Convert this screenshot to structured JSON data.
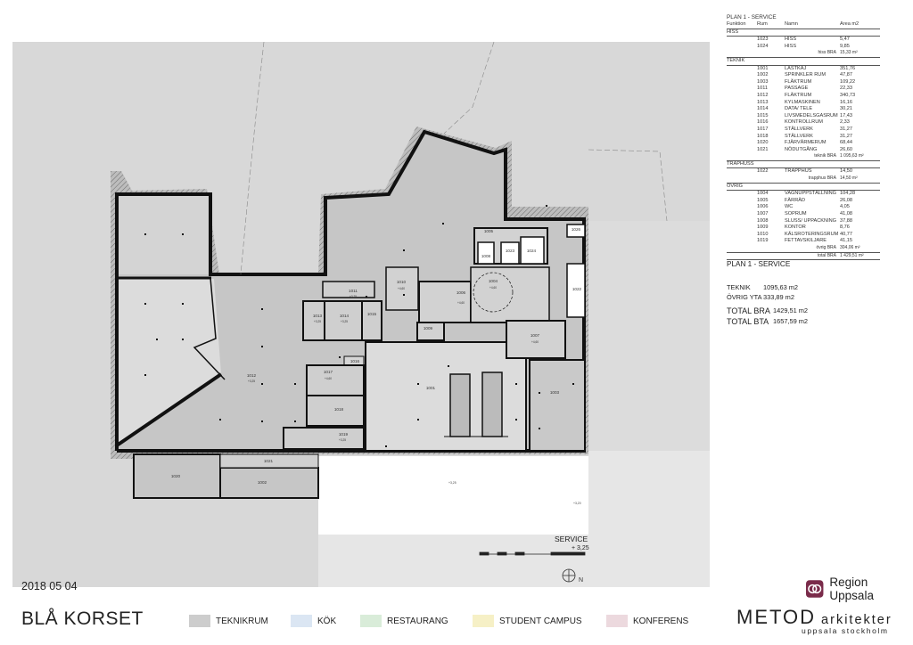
{
  "area_table": {
    "title": "PLAN 1 - SERVICE",
    "col_headers": [
      "Funktion",
      "Rum",
      "Namn",
      "Area m2"
    ],
    "sections": [
      {
        "name": "HISS",
        "rows": [
          [
            "1023",
            "HISS",
            "5,47"
          ],
          [
            "1024",
            "HISS",
            "9,85"
          ]
        ],
        "sum_label": "hiss BRA",
        "sum_value": "15,33 m²"
      },
      {
        "name": "TEKNIK",
        "rows": [
          [
            "1001",
            "LASTKAJ",
            "351,76"
          ],
          [
            "1002",
            "SPRINKLER RUM",
            "47,87"
          ],
          [
            "1003",
            "FLÄKTRUM",
            "109,22"
          ],
          [
            "1011",
            "PASSAGE",
            "22,33"
          ],
          [
            "1012",
            "FLÄKTRUM",
            "340,73"
          ],
          [
            "1013",
            "KYLMASKINEN",
            "16,16"
          ],
          [
            "1014",
            "DATA/ TELE",
            "30,21"
          ],
          [
            "1015",
            "LIVSMEDELSGASRUM",
            "17,43"
          ],
          [
            "1016",
            "KONTROLLRUM",
            "2,33"
          ],
          [
            "1017",
            "STÄLLVERK",
            "31,27"
          ],
          [
            "1018",
            "STÄLLVERK",
            "31,27"
          ],
          [
            "1020",
            "FJÄRVÄRMERUM",
            "68,44"
          ],
          [
            "1021",
            "NÖDUTGÅNG",
            "26,60"
          ]
        ],
        "sum_label": "teknik BRA",
        "sum_value": "1 095,63 m²"
      },
      {
        "name": "TRAPHUSS",
        "rows": [
          [
            "1022",
            "TRAPPHUS",
            "14,50"
          ]
        ],
        "sum_label": "trapphus BRA",
        "sum_value": "14,50 m²"
      },
      {
        "name": "ÖVRIG",
        "rows": [
          [
            "1004",
            "VAGNUPPSTÄLLNING",
            "104,28"
          ],
          [
            "1005",
            "FÄRRÄD",
            "26,08"
          ],
          [
            "1006",
            "WC",
            "4,05"
          ],
          [
            "1007",
            "SOPRUM",
            "41,08"
          ],
          [
            "1008",
            "SLUSS/ UPPACKNING",
            "37,88"
          ],
          [
            "1009",
            "KONTOR",
            "8,76"
          ],
          [
            "1010",
            "KÄLSROTERINGSRUM",
            "40,77"
          ],
          [
            "1019",
            "FETTAVSKILJARE",
            "41,15"
          ]
        ],
        "sum_label": "övrig BRA",
        "sum_value": "304,06 m²"
      }
    ],
    "total_label": "total BRA",
    "total_value": "1 429,51 m²"
  },
  "summary": {
    "title": "PLAN 1 - SERVICE",
    "rows": [
      [
        "TEKNIK",
        "1095,63 m2"
      ],
      [
        "ÖVRIG YTA",
        "333,89 m2"
      ]
    ],
    "totals": [
      [
        "TOTAL BRA",
        "1429,51 m2"
      ],
      [
        "TOTAL BTA",
        "1657,59 m2"
      ]
    ]
  },
  "plan": {
    "rooms": [
      "1001",
      "1002",
      "1003",
      "1004",
      "1005",
      "1006",
      "1007",
      "1008",
      "1009",
      "1010",
      "1011",
      "1012",
      "1013",
      "1014",
      "1015",
      "1016",
      "1017",
      "1018",
      "1019",
      "1020",
      "1021",
      "1022",
      "1023",
      "1024",
      "1026"
    ],
    "levels": [
      "+3,25",
      "+4,60",
      "+4,60",
      "+4,60",
      "+4,60",
      "+3,25",
      "+3,25",
      "+3,25",
      "+3,25",
      "+4,60"
    ],
    "level_marks": [
      "+3,25",
      "+3,20"
    ],
    "service_label": "SERVICE",
    "service_level": "+ 3,25",
    "north": "N"
  },
  "footer": {
    "date": "2018 05 04",
    "project_title": "BLÅ KORSET",
    "legend": [
      {
        "label": "TEKNIKRUM",
        "color": "#cdcdcd"
      },
      {
        "label": "KÖK",
        "color": "#dbe6f3"
      },
      {
        "label": "RESTAURANG",
        "color": "#d9ecd9"
      },
      {
        "label": "STUDENT CAMPUS",
        "color": "#f6f0c6"
      },
      {
        "label": "KONFERENS",
        "color": "#ecd9de"
      }
    ],
    "client": "Region Uppsala",
    "office": "METOD",
    "office_sub": "arkitekter",
    "office_city": "uppsala stockholm"
  },
  "colors": {
    "background_gray": "#d8d8d8",
    "room_gray": "#c4c4c4",
    "wall": "#111111",
    "accent": "#7a2b4a"
  }
}
